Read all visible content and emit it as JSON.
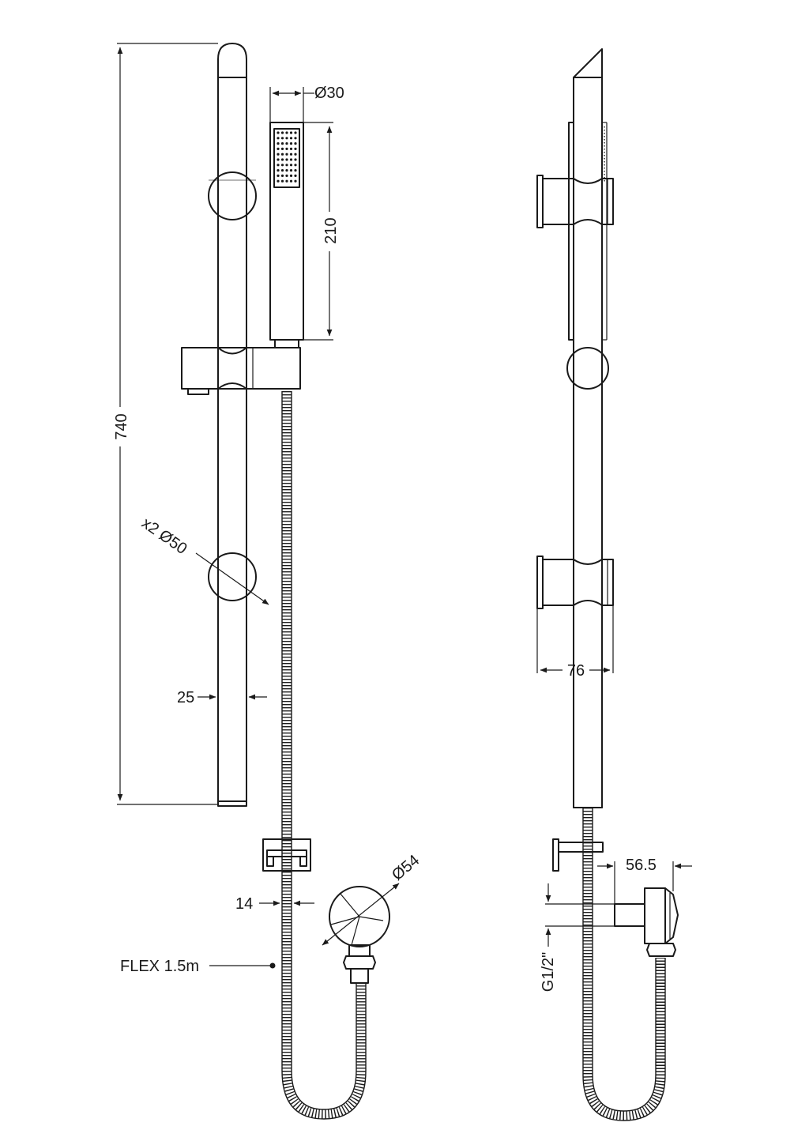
{
  "dimensions": {
    "handset_diameter": "Ø30",
    "handset_length": "210",
    "rail_length": "740",
    "bracket_diameter": "x2 Ø50",
    "rail_diameter": "25",
    "hose_diameter": "14",
    "hose_length": "FLEX 1.5m",
    "outlet_diameter": "Ø54",
    "bracket_projection": "76",
    "outlet_projection": "56.5",
    "thread_size": "G1/2\""
  }
}
